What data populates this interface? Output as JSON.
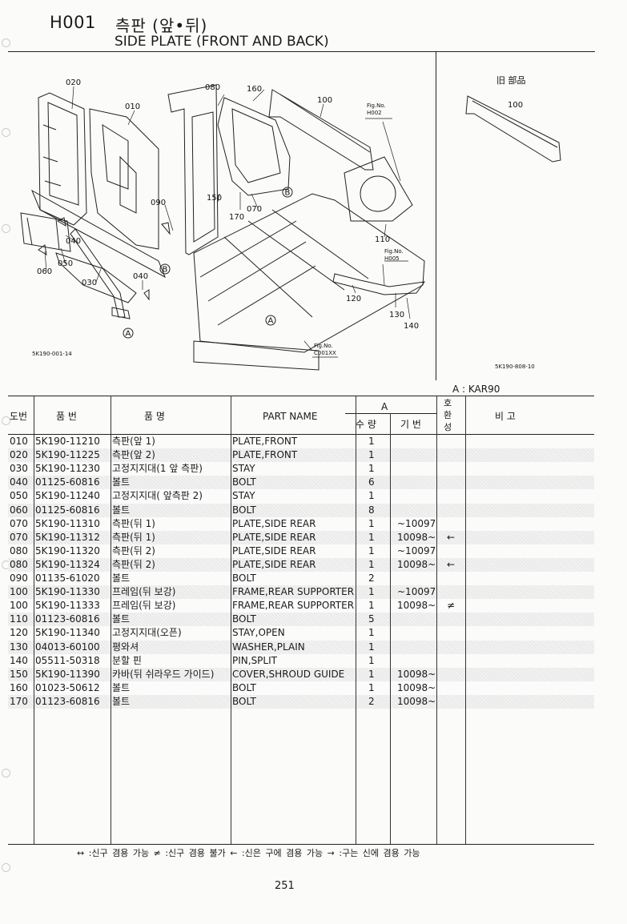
{
  "header": {
    "code": "H001",
    "title_ko": "측판 (앞•뒤)",
    "title_en": "SIDE PLATE (FRONT AND BACK)"
  },
  "diagram": {
    "callouts": [
      "020",
      "010",
      "080",
      "160",
      "100",
      "090",
      "150",
      "170",
      "070",
      "040",
      "050",
      "060",
      "030",
      "040",
      "110",
      "120",
      "130",
      "140"
    ],
    "markers": [
      "B",
      "B",
      "A",
      "A"
    ],
    "refs": [
      {
        "label": "Fig.No.",
        "code": "H002"
      },
      {
        "label": "Fig.No.",
        "code": "H005"
      },
      {
        "label": "Fig.No.",
        "code": "C001XX"
      }
    ],
    "code_left": "5K190-001-14",
    "code_right": "5K190-808-10",
    "old_title": "旧 部品",
    "old_callout": "100"
  },
  "model_note": "A : KAR90",
  "columns": {
    "no": "도번",
    "part_no": "품   번",
    "name_ko": "품      명",
    "name_en": "PART  NAME",
    "group_a": "A",
    "qty": "수 량",
    "serial": "기 번",
    "compat": "호 환 성",
    "remarks": "비      고"
  },
  "rows": [
    {
      "no": "010",
      "part": "5K190-11210",
      "ko": "측판(앞 1)",
      "en": "PLATE,FRONT",
      "qty": "1",
      "serial": "",
      "compat": ""
    },
    {
      "no": "020",
      "part": "5K190-11225",
      "ko": "측판(앞 2)",
      "en": "PLATE,FRONT",
      "qty": "1",
      "serial": "",
      "compat": ""
    },
    {
      "no": "030",
      "part": "5K190-11230",
      "ko": "고정지지대(1 앞 측판)",
      "en": "STAY",
      "qty": "1",
      "serial": "",
      "compat": ""
    },
    {
      "no": "040",
      "part": "01125-60816",
      "ko": "볼트",
      "en": "BOLT",
      "qty": "6",
      "serial": "",
      "compat": ""
    },
    {
      "no": "050",
      "part": "5K190-11240",
      "ko": "고정지지대( 앞측판 2)",
      "en": "STAY",
      "qty": "1",
      "serial": "",
      "compat": ""
    },
    {
      "no": "060",
      "part": "01125-60816",
      "ko": "볼트",
      "en": "BOLT",
      "qty": "8",
      "serial": "",
      "compat": ""
    },
    {
      "no": "070",
      "part": "5K190-11310",
      "ko": "측판(뒤 1)",
      "en": "PLATE,SIDE REAR",
      "qty": "1",
      "serial": "~10097",
      "compat": ""
    },
    {
      "no": "070",
      "part": "5K190-11312",
      "ko": "측판(뒤 1)",
      "en": "PLATE,SIDE REAR",
      "qty": "1",
      "serial": "10098~",
      "compat": "←"
    },
    {
      "no": "080",
      "part": "5K190-11320",
      "ko": "측판(뒤 2)",
      "en": "PLATE,SIDE REAR",
      "qty": "1",
      "serial": "~10097",
      "compat": ""
    },
    {
      "no": "080",
      "part": "5K190-11324",
      "ko": "측판(뒤 2)",
      "en": "PLATE,SIDE REAR",
      "qty": "1",
      "serial": "10098~",
      "compat": "←"
    },
    {
      "no": "090",
      "part": "01135-61020",
      "ko": "볼트",
      "en": "BOLT",
      "qty": "2",
      "serial": "",
      "compat": ""
    },
    {
      "no": "100",
      "part": "5K190-11330",
      "ko": "프레임(뒤 보강)",
      "en": "FRAME,REAR SUPPORTER",
      "qty": "1",
      "serial": "~10097",
      "compat": ""
    },
    {
      "no": "100",
      "part": "5K190-11333",
      "ko": "프레임(뒤 보강)",
      "en": "FRAME,REAR SUPPORTER",
      "qty": "1",
      "serial": "10098~",
      "compat": "≠"
    },
    {
      "no": "110",
      "part": "01123-60816",
      "ko": "볼트",
      "en": "BOLT",
      "qty": "5",
      "serial": "",
      "compat": ""
    },
    {
      "no": "120",
      "part": "5K190-11340",
      "ko": "고정지지대(오픈)",
      "en": "STAY,OPEN",
      "qty": "1",
      "serial": "",
      "compat": ""
    },
    {
      "no": "130",
      "part": "04013-60100",
      "ko": "평와셔",
      "en": "WASHER,PLAIN",
      "qty": "1",
      "serial": "",
      "compat": ""
    },
    {
      "no": "140",
      "part": "05511-50318",
      "ko": "분할 핀",
      "en": "PIN,SPLIT",
      "qty": "1",
      "serial": "",
      "compat": ""
    },
    {
      "no": "150",
      "part": "5K190-11390",
      "ko": "카바(뒤 쉬라우드 가이드)",
      "en": "COVER,SHROUD GUIDE",
      "qty": "1",
      "serial": "10098~",
      "compat": ""
    },
    {
      "no": "160",
      "part": "01023-50612",
      "ko": "볼트",
      "en": "BOLT",
      "qty": "1",
      "serial": "10098~",
      "compat": ""
    },
    {
      "no": "170",
      "part": "01123-60816",
      "ko": "볼트",
      "en": "BOLT",
      "qty": "2",
      "serial": "10098~",
      "compat": ""
    }
  ],
  "legend": "↔ :신구 겸용 가능    ≠ :신구 겸용 불가    ← :신은 구에 겸용 가능    → :구는 신에 겸용 가능",
  "page_number": "251"
}
